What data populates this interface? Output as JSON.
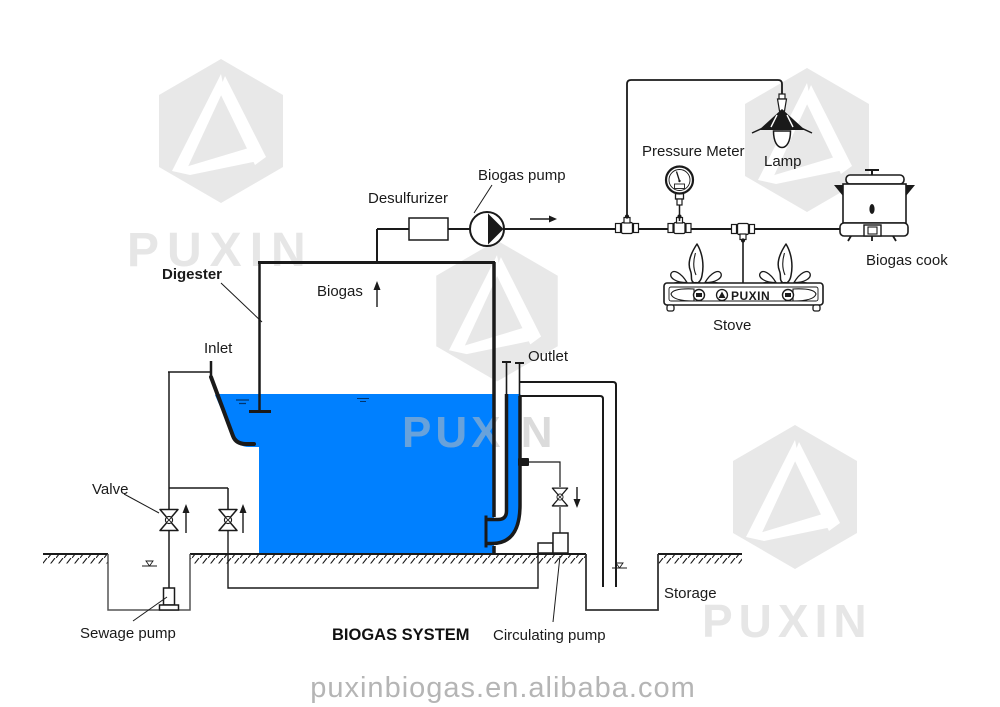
{
  "diagram_title": "BIOGAS SYSTEM",
  "labels": {
    "digester": "Digester",
    "inlet": "Inlet",
    "outlet": "Outlet",
    "valve": "Valve",
    "sewage_pump": "Sewage pump",
    "biogas": "Biogas",
    "desulfurizer": "Desulfurizer",
    "biogas_pump": "Biogas pump",
    "pressure_meter": "Pressure Meter",
    "lamp": "Lamp",
    "biogas_cook": "Biogas cook",
    "stove": "Stove",
    "storage": "Storage",
    "circulating_pump": "Circulating pump"
  },
  "brand": {
    "watermark_text": "PUXIN",
    "stove_badge": "PUXIN"
  },
  "footer": {
    "watermark_url": "puxinbiogas.en.alibaba.com"
  },
  "colors": {
    "liquid_blue": "#0080ff",
    "line_black": "#1a1a1a",
    "watermark_gray": "#e8e8e8",
    "url_gray": "#b5b5b5"
  }
}
